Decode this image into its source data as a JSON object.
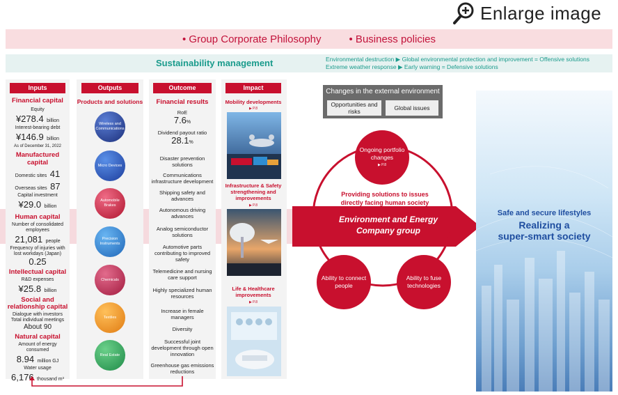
{
  "header": {
    "enlarge_label": "Enlarge image"
  },
  "philosophy": {
    "item1": "• Group Corporate Philosophy",
    "item2": "• Business policies"
  },
  "sustainability": {
    "title": "Sustainability management",
    "line1a": "Environmental destruction",
    "line1b": "Global environmental protection and improvement = Offensive solutions",
    "line2a": "Extreme weather response",
    "line2b": "Early warning = Defensive solutions"
  },
  "inputs": {
    "header": "Inputs",
    "financial_title": "Financial capital",
    "equity_label": "Equity",
    "equity_value": "¥278.4",
    "equity_unit": "billion",
    "debt_label": "Interest-bearing debt",
    "debt_value": "¥146.9",
    "debt_unit": "billion",
    "as_of": "As of December 31, 2022",
    "manufactured_title": "Manufactured capital",
    "domestic_label": "Domestic sites",
    "domestic_value": "41",
    "overseas_label": "Overseas sites",
    "overseas_value": "87",
    "capex_label": "Capital investment",
    "capex_value": "¥29.0",
    "capex_unit": "billion",
    "human_title": "Human capital",
    "employees_label": "Number of consolidated employees",
    "employees_value": "21,081",
    "employees_unit": "people",
    "injury_label": "Frequency of injuries with lost workdays (Japan)",
    "injury_value": "0.25",
    "intellectual_title": "Intellectual capital",
    "rd_label": "R&D expenses",
    "rd_value": "¥25.8",
    "rd_unit": "billion",
    "social_title": "Social and relationship capital",
    "dialogue_label": "Dialogue with investors Total individual meetings",
    "dialogue_value": "About 90",
    "natural_title": "Natural capital",
    "energy_label": "Amount of energy consumed",
    "energy_value": "8.94",
    "energy_unit": "million GJ",
    "water_label": "Water usage",
    "water_value": "6,176",
    "water_unit": "thousand m³"
  },
  "outputs": {
    "header": "Outputs",
    "subtitle": "Products and solutions",
    "items": [
      "Wireless and Communications",
      "Micro Devices",
      "Automobile Brakes",
      "Precision Instruments",
      "Chemicals",
      "Textiles",
      "Real Estate"
    ]
  },
  "outcome": {
    "header": "Outcome",
    "financial_title": "Financial results",
    "roe_label": "RoE",
    "roe_value": "7.6",
    "payout_label": "Dividend payout ratio",
    "payout_value": "28.1",
    "percent": "%",
    "items": [
      "Disaster prevention solutions",
      "Communications infrastructure development",
      "Shipping safety and advances",
      "Autonomous driving advances",
      "Analog semiconductor solutions",
      "Automotive parts contributing to improved safety",
      "Telemedicine and nursing care support",
      "Highly specialized human resources",
      "Increase in female managers",
      "Diversity",
      "Successful joint development through open innovation",
      "Greenhouse gas emissions reductions"
    ]
  },
  "impact": {
    "header": "Impact",
    "mobility": "Mobility developments",
    "infra": "Infrastructure & Safety strengthening and improvements",
    "life": "Life & Healthcare improvements",
    "page_ref": "▶ P.8"
  },
  "external": {
    "title": "Changes in the external environment",
    "chip1": "Opportunities and risks",
    "chip2": "Global issues"
  },
  "cycle": {
    "top": "Ongoing portfolio changes",
    "top_ref": "▶ P.8",
    "solutions": "Providing solutions to issues directly facing human society",
    "center": "Environment and Energy Company group",
    "left": "Ability to connect people",
    "right": "Ability to fuse technologies"
  },
  "vision": {
    "line1": "Safe and secure lifestyles",
    "line2": "Realizing a",
    "line3": "super-smart society"
  },
  "colors": {
    "brand_red": "#c8102e",
    "teal": "#1a9b8c",
    "pink_band": "#f9dde0"
  }
}
